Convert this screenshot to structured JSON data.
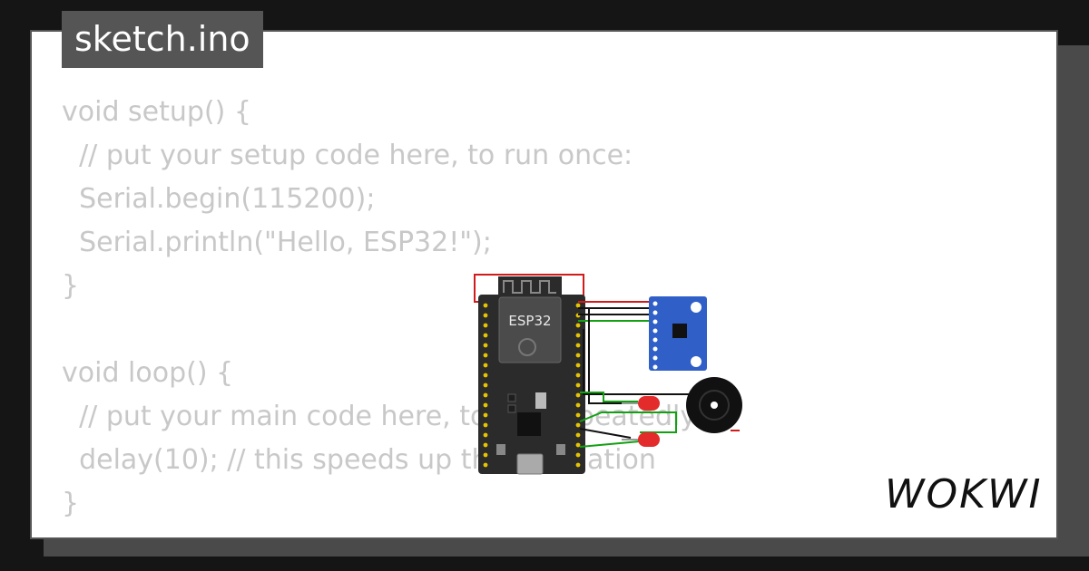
{
  "file_tab": {
    "label": "sketch.ino"
  },
  "code_lines": [
    "void setup() {",
    "  // put your setup code here, to run once:",
    "  Serial.begin(115200);",
    "  Serial.println(\"Hello, ESP32!\");",
    "}",
    "",
    "void loop() {",
    "  // put your main code here, to run repeatedly:",
    "  delay(10); // this speeds up the simulation",
    "}"
  ],
  "board": {
    "label": "ESP32"
  },
  "brand": {
    "label": "WOKWI"
  },
  "colors": {
    "background": "#151515",
    "card": "#ffffff",
    "tab": "#555555",
    "code_text": "#c8c8c8",
    "board": "#2b2b2b",
    "sensor_board": "#2f5fc7",
    "wire_red": "#d11a1a",
    "wire_green": "#13a013",
    "wire_black": "#111111",
    "led": "#e32b2b"
  }
}
